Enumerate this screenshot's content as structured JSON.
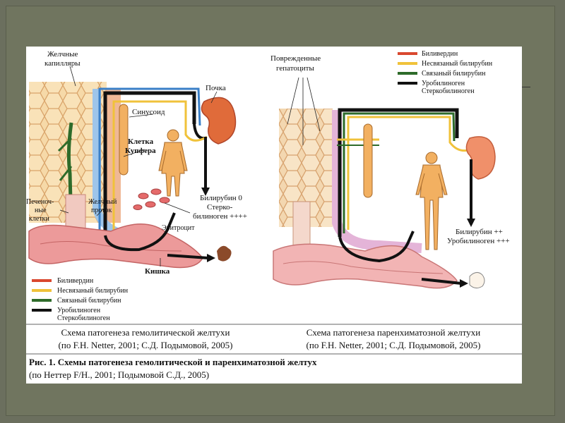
{
  "left_panel": {
    "labels": {
      "bile_capillaries_1": "Желчные",
      "bile_capillaries_2": "капилляры",
      "kidney": "Почка",
      "sinusoid": "Синусоид",
      "kupffer_1": "Клетка",
      "kupffer_2": "Купфера",
      "liver_cells_1": "Печеноч-",
      "liver_cells_2": "ные",
      "liver_cells_3": "клетки",
      "bile_duct_1": "Желчный",
      "bile_duct_2": "проток",
      "bilirubin_1": "Билирубин 0",
      "bilirubin_2": "Стерко-",
      "bilirubin_3": "билиноген ++++",
      "erythrocyte": "Эритроцит",
      "intestine": "Кишка"
    },
    "legend": [
      {
        "label": "Биливердин",
        "color": "#d9482f"
      },
      {
        "label": "Несвязаный билирубин",
        "color": "#f0c23a"
      },
      {
        "label": "Связаный билирубин",
        "color": "#2e6b2a"
      },
      {
        "label": "Уробилиноген",
        "color": "#111111"
      }
    ],
    "legend_extra": "Стеркобилиноген",
    "caption_1": "Схема патогенеза гемолитической желтухи",
    "caption_2": "(по F.H. Netter, 2001; С.Д. Подымовой, 2005)"
  },
  "right_panel": {
    "labels": {
      "damaged_1": "Поврежденные",
      "damaged_2": "гепатоциты",
      "bilirubin_1": "Билирубин ++",
      "bilirubin_2": "Уробилиноген +++"
    },
    "legend": [
      {
        "label": "Биливердин",
        "color": "#d9482f"
      },
      {
        "label": "Несвязаный билирубин",
        "color": "#f0c23a"
      },
      {
        "label": "Связаный билирубин",
        "color": "#2e6b2a"
      },
      {
        "label": "Уробилиноген",
        "color": "#111111"
      }
    ],
    "legend_extra": "Стеркобилиноген",
    "caption_1": "Схема патогенеза паренхиматозной желтухи",
    "caption_2": "(по F.H. Netter, 2001; С.Д. Подымовой, 2005)"
  },
  "figure_caption_1": "Рис. 1. Схемы патогенеза гемолитической и паренхиматозной желтух",
  "figure_caption_2": "(по Неттер F/H., 2001; Подымовой С.Д., 2005)"
}
